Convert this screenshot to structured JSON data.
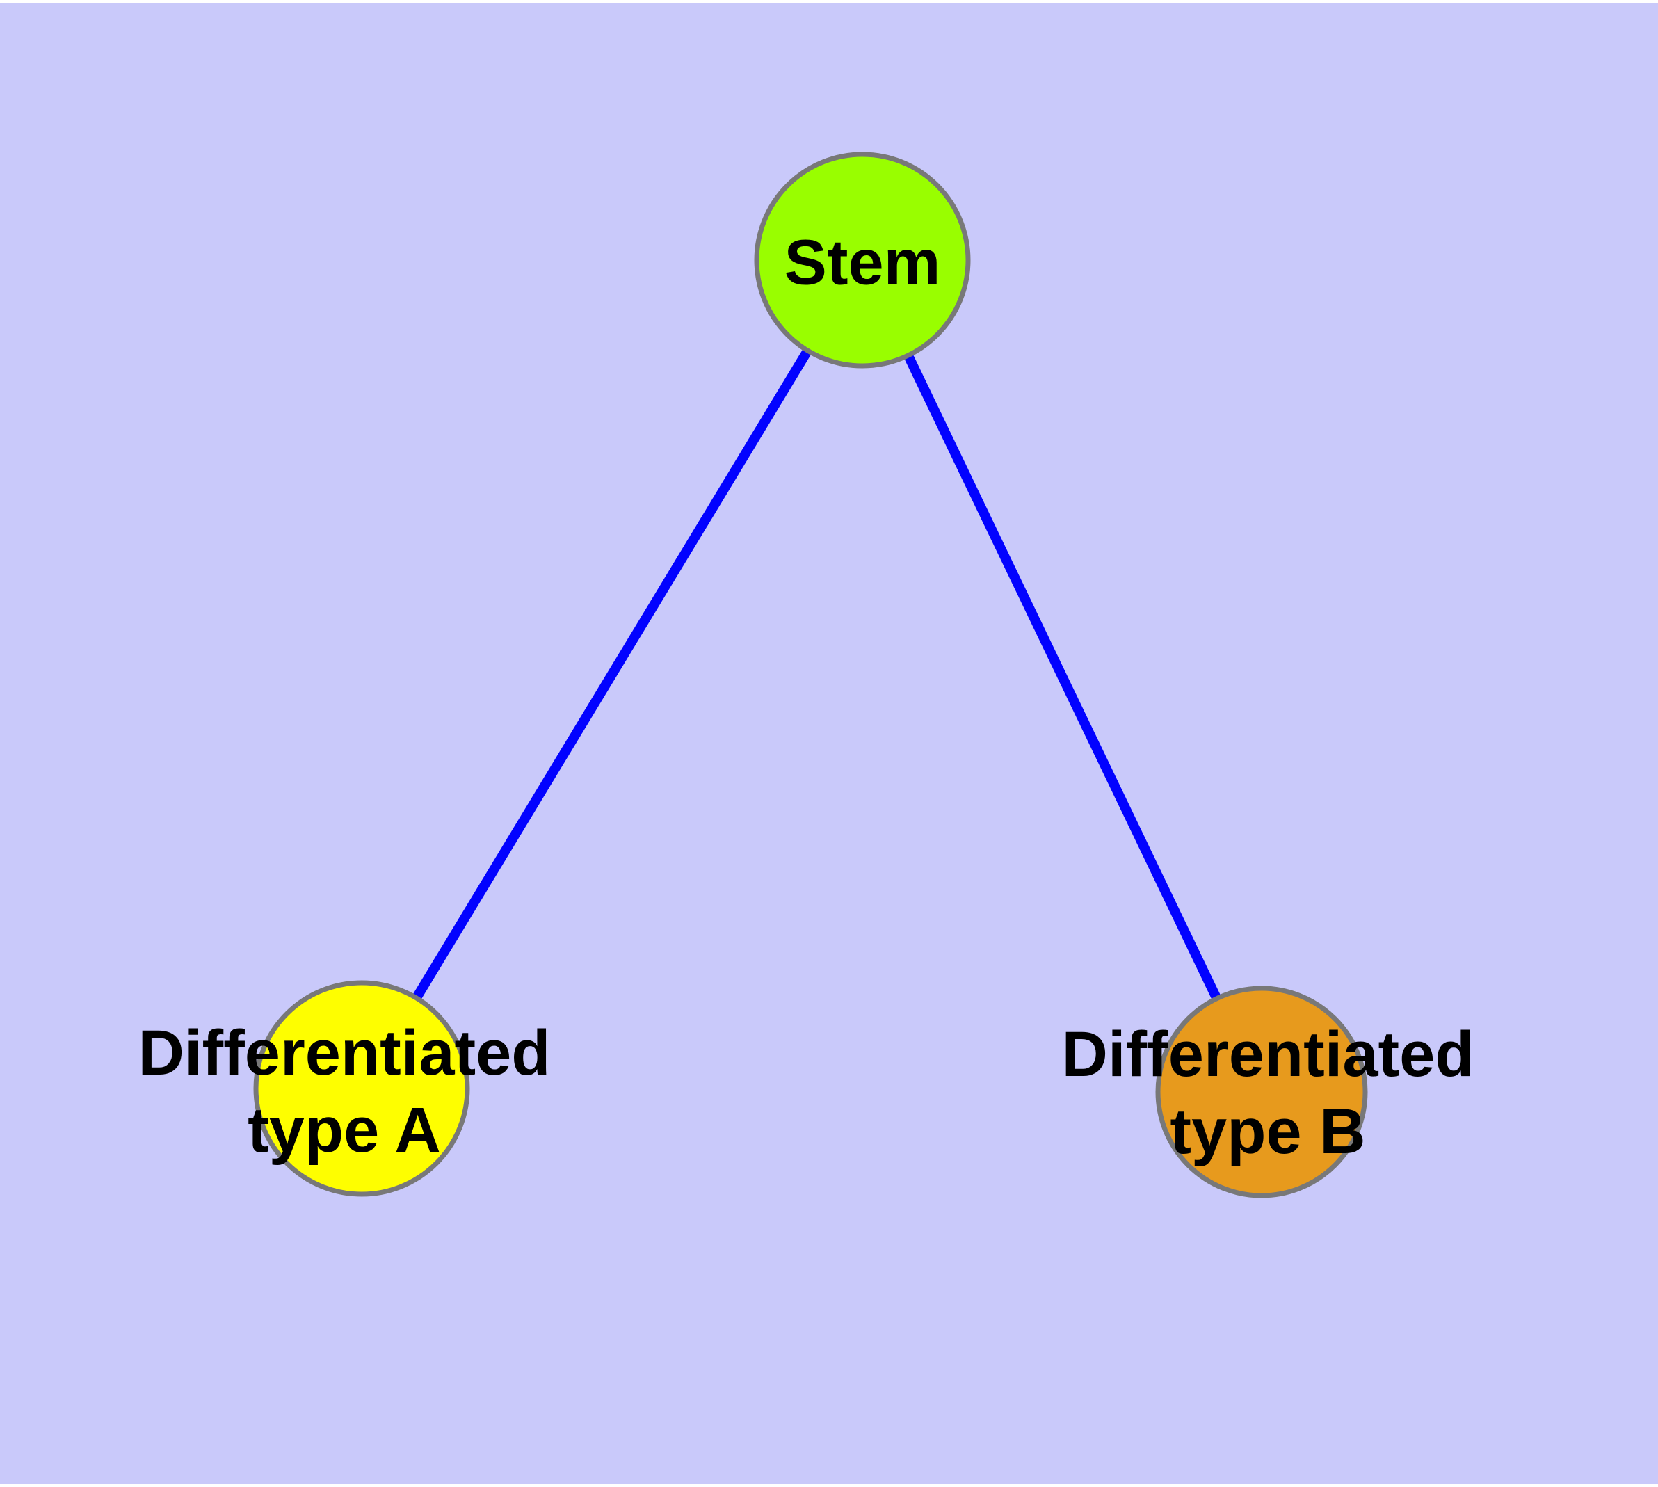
{
  "diagram": {
    "type": "node-link-graph",
    "background_color": "#C9C9FA",
    "margin_color": "#FFFFFF",
    "edge_color": "#0202FF",
    "node_border_color": "#787878",
    "label_color": "#000000",
    "nodes": [
      {
        "id": "stem",
        "label": "Stem",
        "fill_color": "#99FE00"
      },
      {
        "id": "type-a",
        "label_line1": "Differentiated",
        "label_line2": "type A",
        "fill_color": "#FEFE00"
      },
      {
        "id": "type-b",
        "label_line1": "Differentiated",
        "label_line2": "type B",
        "fill_color": "#E79A1D"
      }
    ],
    "edges": [
      {
        "from": "Stem",
        "to": "Differentiated type A"
      },
      {
        "from": "Stem",
        "to": "Differentiated type B"
      }
    ]
  }
}
